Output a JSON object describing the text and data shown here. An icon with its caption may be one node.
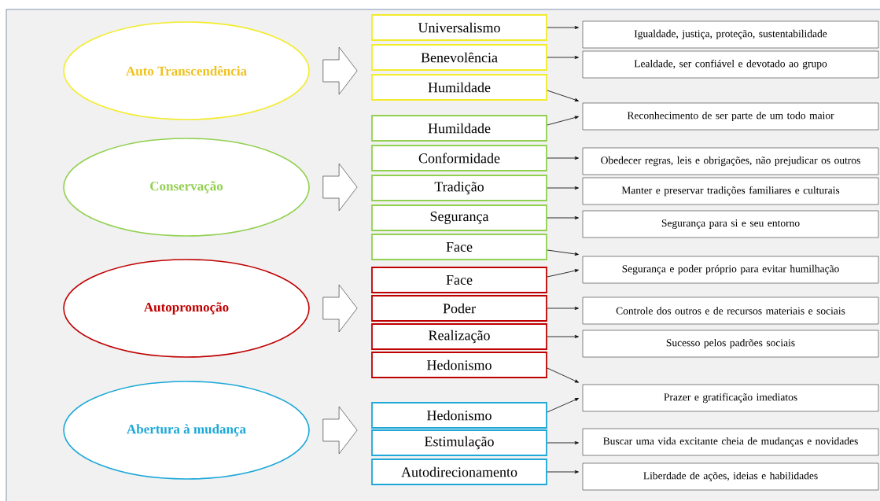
{
  "diagram": {
    "nodes": [
      {
        "text": [
          "Auto Transcendência"
        ]
      },
      {
        "text": [
          "Conservação"
        ]
      },
      {
        "text": [
          "Autopromoção"
        ]
      },
      {
        "text": [
          "Abertura à mudança"
        ]
      },
      {
        "text": [
          "Universalismo"
        ]
      },
      {
        "text": [
          "Benevolência"
        ]
      },
      {
        "text": [
          "Humildade"
        ]
      },
      {
        "text": [
          "Humildade"
        ]
      },
      {
        "text": [
          "Conformidade"
        ]
      },
      {
        "text": [
          "Tradição"
        ]
      },
      {
        "text": [
          "Segurança"
        ]
      },
      {
        "text": [
          "Face"
        ]
      },
      {
        "text": [
          "Face"
        ]
      },
      {
        "text": [
          "Poder"
        ]
      },
      {
        "text": [
          "Realização"
        ]
      },
      {
        "text": [
          "Hedonismo"
        ]
      },
      {
        "text": [
          "Hedonismo"
        ]
      },
      {
        "text": [
          "Estimulação"
        ]
      },
      {
        "text": [
          "Autodirecionamento"
        ]
      },
      {
        "text": [
          "Igualdade, justiça, proteção, sustentabilidade"
        ]
      },
      {
        "text": [
          "Lealdade, ser confiável e devotado ao grupo"
        ]
      },
      {
        "text": [
          "Reconhecimento de ser parte de um todo maior"
        ]
      },
      {
        "text": [
          "Obedecer regras, leis e obrigações, não prejudicar os outros"
        ]
      },
      {
        "text": [
          "Manter e preservar tradições familiares e culturais"
        ]
      },
      {
        "text": [
          "Segurança para si e seu entorno"
        ]
      },
      {
        "text": [
          "Segurança e poder próprio para evitar humilhação"
        ]
      },
      {
        "text": [
          "Controle dos outros e de recursos materiais e sociais"
        ]
      },
      {
        "text": [
          "Sucesso pelos padrões sociais"
        ]
      },
      {
        "text": [
          "Prazer e gratificação imediatos"
        ]
      },
      {
        "text": [
          "Buscar uma vida excitante cheia de mudanças e novidades"
        ]
      },
      {
        "text": [
          "Liberdade de ações, ideias e habilidades"
        ]
      }
    ],
    "edges": [
      {
        "from": 0,
        "to": 5,
        "arrow": "to",
        "style": "thick"
      },
      {
        "from": 1,
        "to": 9,
        "arrow": "to",
        "style": "thick"
      },
      {
        "from": 2,
        "to": 13,
        "arrow": "to",
        "style": "thick"
      },
      {
        "from": 3,
        "to": 17,
        "arrow": "to",
        "style": "thick"
      },
      {
        "from": 4,
        "to": 19,
        "arrow": "to"
      },
      {
        "from": 5,
        "to": 20,
        "arrow": "to"
      },
      {
        "from": 6,
        "to": 21,
        "arrow": "to"
      },
      {
        "from": 7,
        "to": 21,
        "arrow": "to"
      },
      {
        "from": 8,
        "to": 22,
        "arrow": "to"
      },
      {
        "from": 9,
        "to": 23,
        "arrow": "to"
      },
      {
        "from": 10,
        "to": 24,
        "arrow": "to"
      },
      {
        "from": 11,
        "to": 25,
        "arrow": "to"
      },
      {
        "from": 12,
        "to": 25,
        "arrow": "to"
      },
      {
        "from": 13,
        "to": 26,
        "arrow": "to"
      },
      {
        "from": 14,
        "to": 27,
        "arrow": "to"
      },
      {
        "from": 15,
        "to": 28,
        "arrow": "to"
      },
      {
        "from": 16,
        "to": 28,
        "arrow": "to"
      },
      {
        "from": 17,
        "to": 29,
        "arrow": "to"
      },
      {
        "from": 18,
        "to": 30,
        "arrow": "to"
      }
    ]
  }
}
